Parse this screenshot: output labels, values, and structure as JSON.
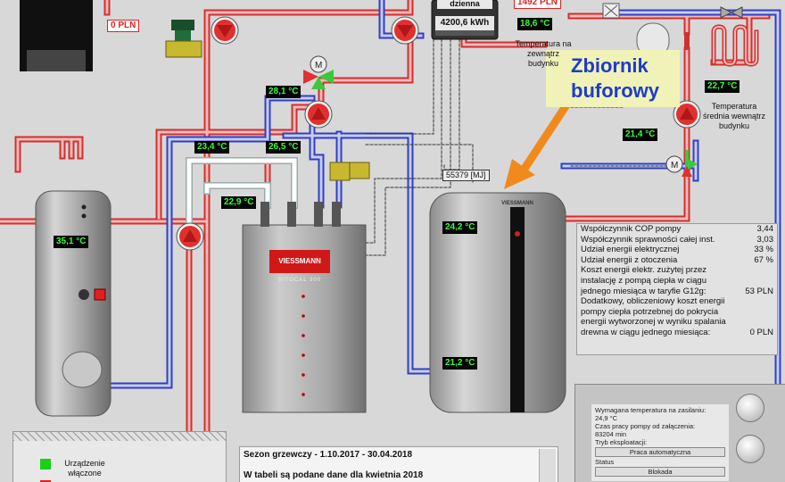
{
  "callout": {
    "line1": "Zbiornik",
    "line2": "buforowy"
  },
  "energy_meter": {
    "header": "dzienna",
    "value": "4200,6 kWh"
  },
  "costs": {
    "top_left": "0 PLN",
    "top_right": "1492 PLN"
  },
  "temps": {
    "outdoor": "18,6 °C",
    "indoor": "22,7 °C",
    "return": "21,4 °C",
    "mixer": "28,1 °C",
    "supply_a": "23,4 °C",
    "supply_b": "26,5 °C",
    "pipe_low": "22,9 °C",
    "boiler": "35,1 °C",
    "buffer_top": "24,2 °C",
    "buffer_bottom": "21,2 °C"
  },
  "labels": {
    "outdoor": "Temperatura na zewnątrz budynku",
    "indoor": "Temperatura średnia wewnątrz budynku",
    "mj": "55379 [MJ]"
  },
  "heat_pump": {
    "brand": "VIESSMANN",
    "model": "VITOCAL 300"
  },
  "buffer_brand": "VIESSMANN",
  "info_rows": [
    {
      "label": "Współczynnik COP pompy",
      "value": "3,44"
    },
    {
      "label": "Współczynnik sprawności całej inst.",
      "value": "3,03"
    },
    {
      "label": "Udział energii elektrycznej",
      "value": "33 %"
    },
    {
      "label": "Udział energii z otoczenia",
      "value": "67 %"
    },
    {
      "label": "Koszt energii elektr. zużytej przez",
      "value": ""
    },
    {
      "label": "instalację z pompą ciepła w ciągu",
      "value": ""
    },
    {
      "label": "jednego miesiąca w taryfie G12g:",
      "value": "53 PLN"
    },
    {
      "label": "Dodatkowy, obliczeniowy koszt energii",
      "value": ""
    },
    {
      "label": "pompy ciepła potrzebnej do pokrycia",
      "value": ""
    },
    {
      "label": "energii wytworzonej w wyniku spalania",
      "value": ""
    },
    {
      "label": "drewna w ciągu jednego miesiąca:",
      "value": "0 PLN"
    }
  ],
  "controller": {
    "line1": "Wymagana temperatura na zasilaniu:",
    "line2": "24,9 °C",
    "line3": "Czas pracy pompy od załączenia:",
    "line4": "83204 min",
    "line5": "Tryb eksploatacji:",
    "mode": "Praca automatyczna",
    "status_label": "Status",
    "status": "Blokada"
  },
  "season": {
    "title": "Sezon grzewczy - 1.10.2017 - 30.04.2018",
    "line2": "W tabeli są podane dane dla kwietnia 2018"
  },
  "legend": {
    "on_line1": "Urządzenie",
    "on_line2": "włączone"
  },
  "colors": {
    "hot": "#e03c3c",
    "cold": "#3a4fd0",
    "accent": "#f08a1c",
    "display_text": "#3cff3c"
  }
}
